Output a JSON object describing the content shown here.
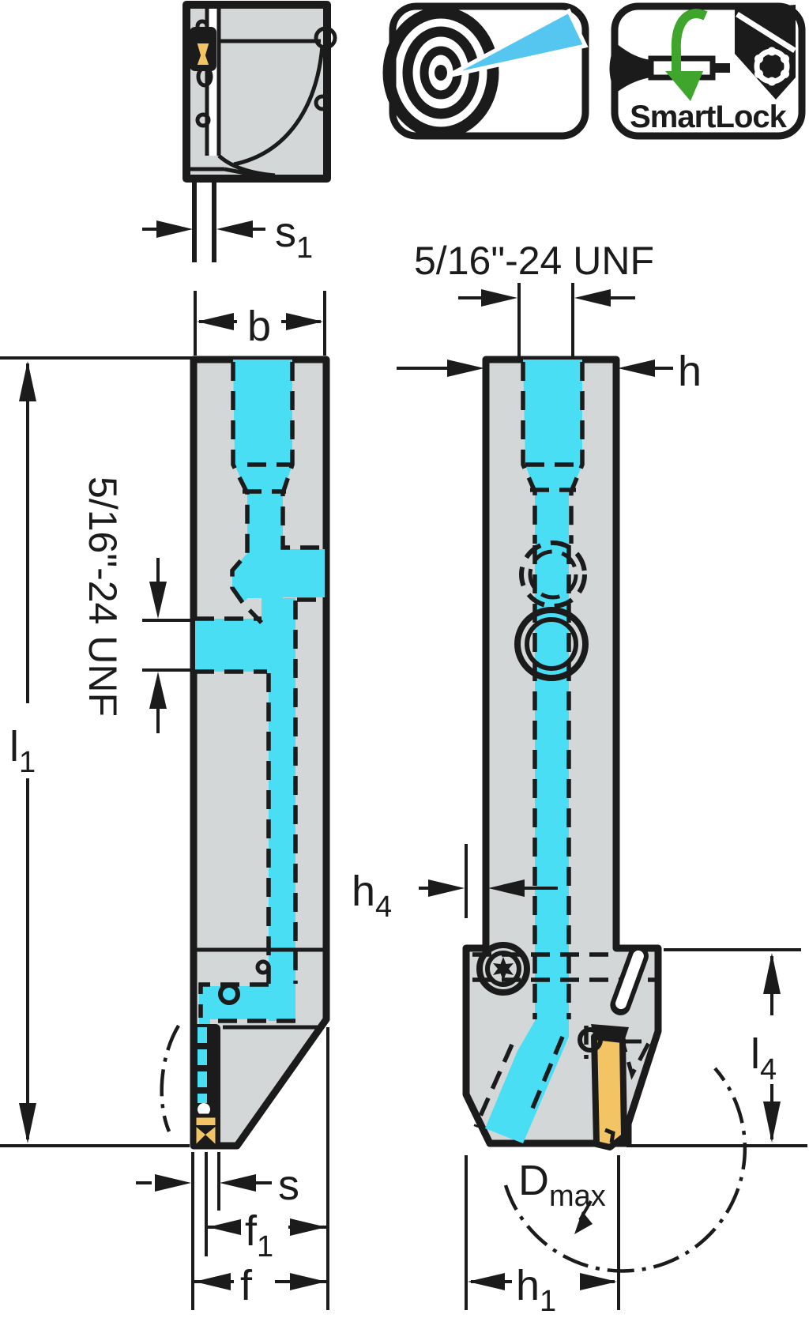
{
  "colors": {
    "outline": "#1b1b1b",
    "body_gray": "#d3d7d8",
    "coolant_cyan": "#4adef4",
    "insert_yellow": "#f2c464",
    "arrow_green": "#3fa52d",
    "jet_blue": "#55c6f0"
  },
  "icons": {
    "smartlock_label": "SmartLock"
  },
  "dims": {
    "s1": {
      "base": "s",
      "sub": "1"
    },
    "b": {
      "base": "b"
    },
    "l1": {
      "base": "l",
      "sub": "1"
    },
    "unf_side": "5/16\"-24 UNF",
    "unf_top": "5/16\"-24 UNF",
    "h": {
      "base": "h"
    },
    "h4": {
      "base": "h",
      "sub": "4"
    },
    "l4": {
      "base": "l",
      "sub": "4"
    },
    "dmax": {
      "base": "D",
      "sub": "max"
    },
    "h1": {
      "base": "h",
      "sub": "1"
    },
    "s": {
      "base": "s"
    },
    "f1": {
      "base": "f",
      "sub": "1"
    },
    "f": {
      "base": "f"
    }
  }
}
